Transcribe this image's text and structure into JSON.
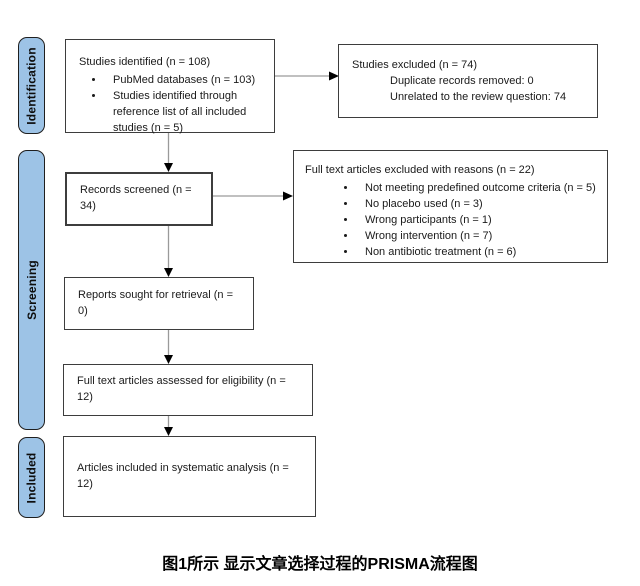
{
  "caption": "图1所示  显示文章选择过程的PRISMA流程图",
  "stages": {
    "identification": "Identification",
    "screening": "Screening",
    "included": "Included"
  },
  "boxes": {
    "studies_identified": {
      "title": "Studies identified (n = 108)",
      "bullets": [
        "PubMed databases (n = 103)",
        "Studies identified through reference list of all included studies (n = 5)"
      ]
    },
    "studies_excluded": {
      "title": "Studies excluded (n = 74)",
      "lines": [
        "Duplicate records removed: 0",
        "Unrelated to the review question: 74"
      ]
    },
    "records_screened": {
      "title": "Records screened (n = 34)"
    },
    "fulltext_excluded": {
      "title": "Full text articles excluded with reasons (n = 22)",
      "bullets": [
        "Not meeting predefined outcome criteria (n = 5)",
        "No placebo used (n = 3)",
        "Wrong participants (n = 1)",
        "Wrong intervention (n = 7)",
        "Non antibiotic treatment (n = 6)"
      ]
    },
    "reports_sought": {
      "title": "Reports sought for retrieval (n = 0)"
    },
    "fulltext_assessed": {
      "title": "Full text articles assessed for eligibility (n = 12)"
    },
    "articles_included": {
      "title": "Articles included in systematic analysis (n = 12)"
    }
  },
  "colors": {
    "stage_fill": "#9DC3E6",
    "stage_border": "#1f1f1f",
    "box_border": "#3d3d3d",
    "connector_line": "#9a9a9a",
    "arrowhead": "#000000"
  }
}
